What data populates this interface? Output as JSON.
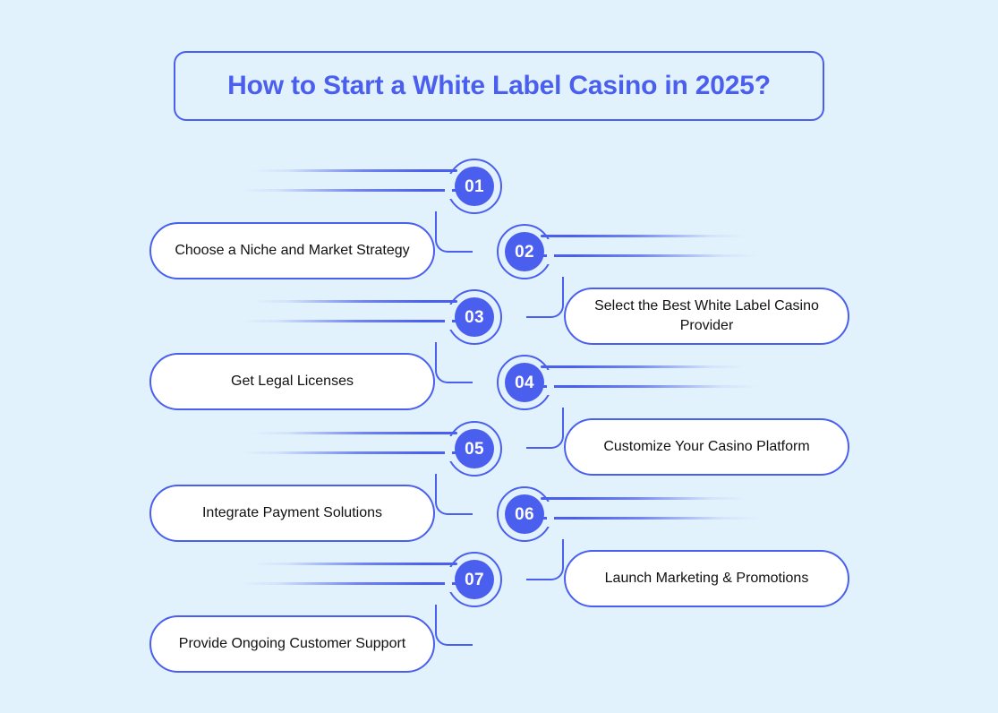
{
  "theme": {
    "background": "#e2f2fd",
    "accent": "#4a5fee",
    "pill_background": "#ffffff",
    "pill_text": "#111111",
    "number_text": "#ffffff"
  },
  "header": {
    "title": "How to Start a White Label Casino in 2025?"
  },
  "steps": [
    {
      "number": "01",
      "label": "Choose a Niche and Market Strategy",
      "side": "left"
    },
    {
      "number": "02",
      "label": "Select the Best White Label Casino Provider",
      "side": "right"
    },
    {
      "number": "03",
      "label": "Get Legal Licenses",
      "side": "left"
    },
    {
      "number": "04",
      "label": "Customize Your Casino Platform",
      "side": "right"
    },
    {
      "number": "05",
      "label": "Integrate Payment Solutions",
      "side": "left"
    },
    {
      "number": "06",
      "label": "Launch Marketing & Promotions",
      "side": "right"
    },
    {
      "number": "07",
      "label": "Provide Ongoing Customer Support",
      "side": "left"
    }
  ]
}
